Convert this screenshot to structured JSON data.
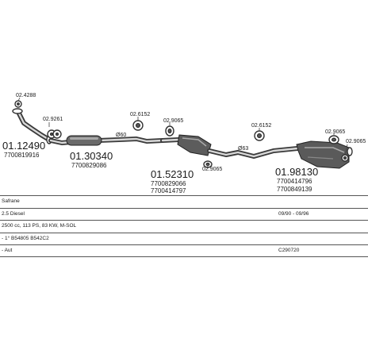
{
  "parts": {
    "p1": {
      "number": "01.12490",
      "ref": "7700819916"
    },
    "p2": {
      "number": "01.30340",
      "ref": "7700829086"
    },
    "p3": {
      "number": "01.52310",
      "ref1": "7700829066",
      "ref2": "7700414797"
    },
    "p4": {
      "number": "01.98130",
      "ref1": "7700414796",
      "ref2": "7700849139"
    }
  },
  "fittings": {
    "f1": "02.4288",
    "f2": "02.9261",
    "f3": "02.6152",
    "f4": "02.9065",
    "f5": "02.9065",
    "f6": "02.6152",
    "f7": "02.9065",
    "f8": "02.9065"
  },
  "pipe_marks": {
    "m1": "Ø60",
    "m2": "Ø63"
  },
  "table": [
    {
      "left": "Safrane",
      "right": ""
    },
    {
      "left": "2.5 Diesel",
      "right": "09/90 - 09/96"
    },
    {
      "left": "2500 cc, 113 PS, 83 KW, M-SOL",
      "right": ""
    },
    {
      "left": "- 1° B54805 B542C2",
      "right": ""
    },
    {
      "left": "- Aut",
      "right": "C290720"
    }
  ]
}
